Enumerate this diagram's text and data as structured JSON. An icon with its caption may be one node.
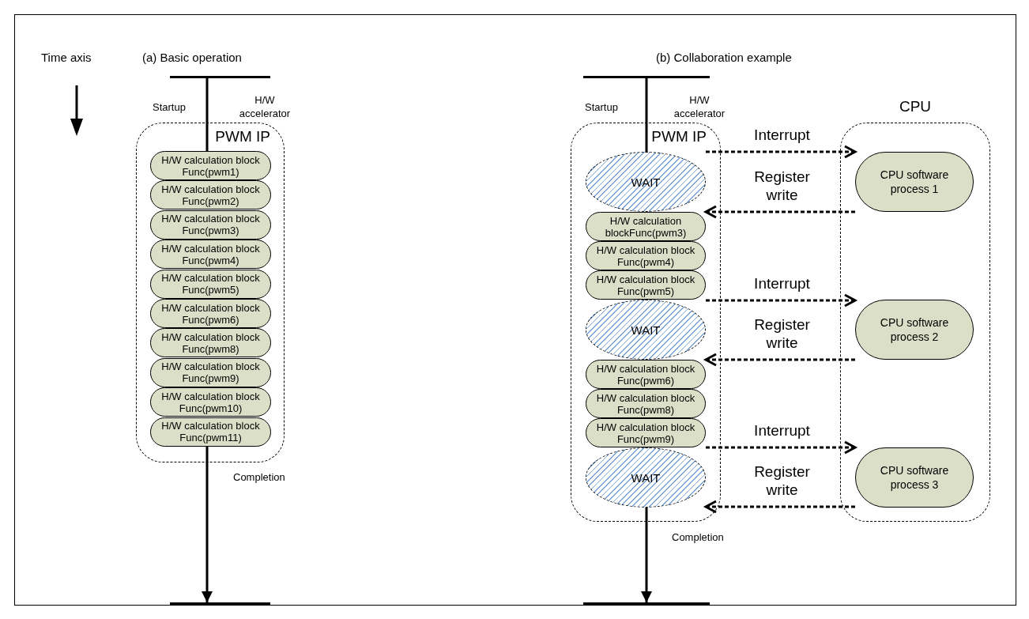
{
  "diagram": {
    "nodes": [
      {
        "text": [],
        "shape": "bar"
      },
      {
        "text": [
          "PWM IP"
        ],
        "beside": [
          "H/W accelerator"
        ]
      },
      {
        "text": [
          "H/W calculation block Func(pwm1)"
        ],
        "in": 1
      },
      {
        "text": [
          "H/W calculation block Func(pwm2)"
        ],
        "in": 1
      },
      {
        "text": [
          "H/W calculation block Func(pwm3)"
        ],
        "in": 1
      },
      {
        "text": [
          "H/W calculation block Func(pwm4)"
        ],
        "in": 1
      },
      {
        "text": [
          "H/W calculation block Func(pwm5)"
        ],
        "in": 1
      },
      {
        "text": [
          "H/W calculation block Func(pwm6)"
        ],
        "in": 1
      },
      {
        "text": [
          "H/W calculation block Func(pwm8)"
        ],
        "in": 1
      },
      {
        "text": [
          "H/W calculation block Func(pwm9)"
        ],
        "in": 1
      },
      {
        "text": [
          "H/W calculation block Func(pwm10)"
        ],
        "in": 1
      },
      {
        "text": [
          "H/W calculation block Func(pwm11)"
        ],
        "in": 1
      },
      {
        "text": [],
        "shape": "bar"
      },
      {
        "text": [],
        "shape": "bar"
      },
      {
        "text": [
          "PWM IP"
        ],
        "beside": [
          "H/W accelerator"
        ]
      },
      {
        "text": [
          "WAIT"
        ],
        "in": 14
      },
      {
        "text": [
          "H/W calculation blockFunc(pwm3)"
        ],
        "in": 14
      },
      {
        "text": [
          "H/W calculation block Func(pwm4)"
        ],
        "in": 14
      },
      {
        "text": [
          "H/W calculation block Func(pwm5)"
        ],
        "in": 14
      },
      {
        "text": [
          "WAIT"
        ],
        "in": 14
      },
      {
        "text": [
          "H/W calculation block Func(pwm6)"
        ],
        "in": 14
      },
      {
        "text": [
          "H/W calculation block Func(pwm8)"
        ],
        "in": 14
      },
      {
        "text": [
          "H/W calculation block Func(pwm9)"
        ],
        "in": 14
      },
      {
        "text": [
          "WAIT"
        ],
        "in": 14
      },
      {
        "text": [
          "CPU"
        ]
      },
      {
        "text": [
          "CPU software process 1"
        ],
        "in": 24
      },
      {
        "text": [
          "CPU software process 2"
        ],
        "in": 24
      },
      {
        "text": [
          "CPU software process 3"
        ],
        "in": 24
      },
      {
        "text": [],
        "shape": "bar"
      }
    ],
    "edges": [
      {
        "from": 0,
        "to": 2,
        "arrow": "none"
      },
      {
        "from": 11,
        "to": 12,
        "arrow": "to"
      },
      {
        "from": 13,
        "to": 15,
        "arrow": "none"
      },
      {
        "from": 15,
        "to": 25,
        "arrow": "to",
        "label": "Interrupt",
        "style": "dashed"
      },
      {
        "from": 25,
        "to": 16,
        "arrow": "to",
        "label": "Register write",
        "style": "dashed"
      },
      {
        "from": 18,
        "to": 26,
        "arrow": "to",
        "label": "Interrupt",
        "style": "dashed"
      },
      {
        "from": 26,
        "to": 20,
        "arrow": "to",
        "label": "Register write",
        "style": "dashed"
      },
      {
        "from": 22,
        "to": 27,
        "arrow": "to",
        "label": "Interrupt",
        "style": "dashed"
      },
      {
        "from": 27,
        "to": 23,
        "arrow": "to",
        "label": "Register write",
        "style": "dashed"
      },
      {
        "from": 23,
        "to": 28,
        "arrow": "to"
      }
    ],
    "labels": [
      "Time axis",
      "(a) Basic operation",
      "Startup",
      "Completion",
      "(b) Collaboration example",
      "Startup",
      "Completion"
    ]
  }
}
